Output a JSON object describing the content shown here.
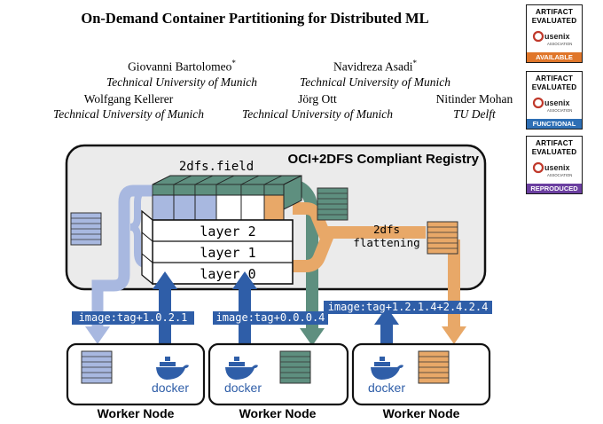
{
  "paper": {
    "title": "On-Demand Container Partitioning for Distributed ML",
    "authors": [
      {
        "name": "Giovanni Bartolomeo",
        "mark": "*",
        "affiliation": "Technical University of Munich"
      },
      {
        "name": "Navidreza Asadi",
        "mark": "*",
        "affiliation": "Technical University of Munich"
      },
      {
        "name": "Wolfgang Kellerer",
        "mark": "",
        "affiliation": "Technical University of Munich"
      },
      {
        "name": "Jörg Ott",
        "mark": "",
        "affiliation": "Technical University of Munich"
      },
      {
        "name": "Nitinder Mohan",
        "mark": "",
        "affiliation": "TU Delft"
      }
    ]
  },
  "badges": [
    {
      "line1": "ARTIFACT",
      "line2": "EVALUATED",
      "logo": "usenix",
      "sub": "ASSOCIATION",
      "status": "AVAILABLE",
      "color": "#e0762a"
    },
    {
      "line1": "ARTIFACT",
      "line2": "EVALUATED",
      "logo": "usenix",
      "sub": "ASSOCIATION",
      "status": "FUNCTIONAL",
      "color": "#2e6fb5"
    },
    {
      "line1": "ARTIFACT",
      "line2": "EVALUATED",
      "logo": "usenix",
      "sub": "ASSOCIATION",
      "status": "REPRODUCED",
      "color": "#6b3fa0"
    }
  ],
  "figure": {
    "registry_label": "OCI+2DFS Compliant Registry",
    "field_label": "2dfs.field",
    "layers": [
      "layer 2",
      "layer 1",
      "layer 0"
    ],
    "flattening_label_1": "2dfs",
    "flattening_label_2": "flattening",
    "tags": [
      "image:tag+1.0.2.1",
      "image:tag+0.0.0.4",
      "image:tag+1.2.1.4+2.4.2.4"
    ],
    "worker_label": "Worker Node",
    "docker_label": "docker",
    "colors": {
      "blue": "#a8b8e0",
      "green": "#5e8f7f",
      "orange": "#e8a868",
      "arrow_blue": "#2f5ea8",
      "registry_bg": "#ebebeb"
    }
  }
}
